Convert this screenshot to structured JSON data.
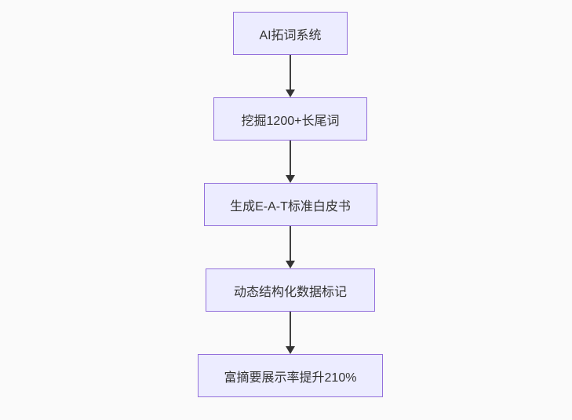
{
  "page": {
    "background": "#fafafa"
  },
  "flowchart": {
    "type": "flowchart",
    "direction": "top-down",
    "node_fill": "#ECECFF",
    "node_border": "#9370DB",
    "text_color": "#333333",
    "arrow_color": "#333333",
    "nodes": [
      {
        "id": "A",
        "label": "AI拓词系统"
      },
      {
        "id": "B",
        "label": "挖掘1200+长尾词"
      },
      {
        "id": "C",
        "label": "生成E-A-T标准白皮书"
      },
      {
        "id": "D",
        "label": "动态结构化数据标记"
      },
      {
        "id": "E",
        "label": "富摘要展示率提升210%"
      }
    ],
    "edges": [
      {
        "from": "A",
        "to": "B"
      },
      {
        "from": "B",
        "to": "C"
      },
      {
        "from": "C",
        "to": "D"
      },
      {
        "from": "D",
        "to": "E"
      }
    ]
  }
}
